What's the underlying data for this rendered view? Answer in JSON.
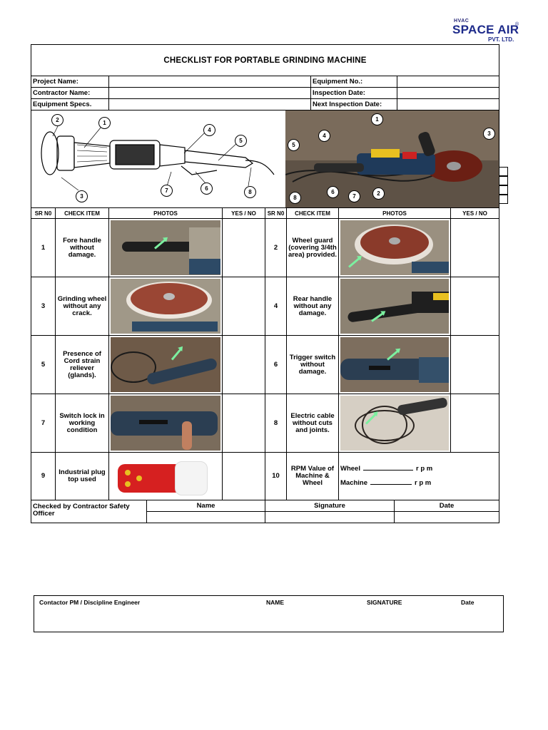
{
  "logo": {
    "prefix": "HVAC",
    "name": "SPACE AIR",
    "suffix": "PVT. LTD.",
    "reg": "®"
  },
  "title": "CHECKLIST FOR PORTABLE GRINDING MACHINE",
  "info": {
    "project_name": "Project Name:",
    "contractor_name": "Contractor Name:",
    "equipment_specs": "Equipment Specs.",
    "equipment_no": "Equipment No.:",
    "inspection_date": "Inspection Date:",
    "next_inspection_date": "Next Inspection Date:"
  },
  "diagram_left_callouts": [
    "1",
    "2",
    "3",
    "4",
    "5",
    "6",
    "7",
    "8"
  ],
  "diagram_right_callouts": [
    "1",
    "2",
    "3",
    "4",
    "5",
    "6",
    "7",
    "8"
  ],
  "headers": {
    "sr": "SR N0",
    "check_item": "CHECK ITEM",
    "photos": "PHOTOS",
    "yes_no": "YES / NO"
  },
  "rows": [
    {
      "left": {
        "sr": "1",
        "item": "Fore handle without damage."
      },
      "right": {
        "sr": "2",
        "item": "Wheel guard (covering 3/4th area) provided."
      }
    },
    {
      "left": {
        "sr": "3",
        "item": "Grinding wheel without any crack."
      },
      "right": {
        "sr": "4",
        "item": "Rear handle without any damage."
      }
    },
    {
      "left": {
        "sr": "5",
        "item": "Presence of Cord strain reliever (glands)."
      },
      "right": {
        "sr": "6",
        "item": "Trigger switch without damage."
      }
    },
    {
      "left": {
        "sr": "7",
        "item": "Switch lock in working condition"
      },
      "right": {
        "sr": "8",
        "item": "Electric cable without cuts and joints."
      }
    },
    {
      "left": {
        "sr": "9",
        "item": "Industrial plug top used"
      },
      "right": {
        "sr": "10",
        "item": "RPM Value of Machine & Wheel"
      }
    }
  ],
  "rpm": {
    "wheel_label": "Wheel",
    "machine_label": "Machine",
    "unit": "r p m"
  },
  "sign_off": {
    "label": "Checked by Contractor Safety Officer",
    "name": "Name",
    "signature": "Signature",
    "date": "Date"
  },
  "bottom": {
    "role": "Contactor PM / Discipline Engineer",
    "name": "NAME",
    "signature": "SIGNATURE",
    "date": "Date"
  },
  "colors": {
    "logo_blue": "#1d2a8a",
    "logo_red": "#dd2222",
    "arrow": "#7cf0a0"
  }
}
